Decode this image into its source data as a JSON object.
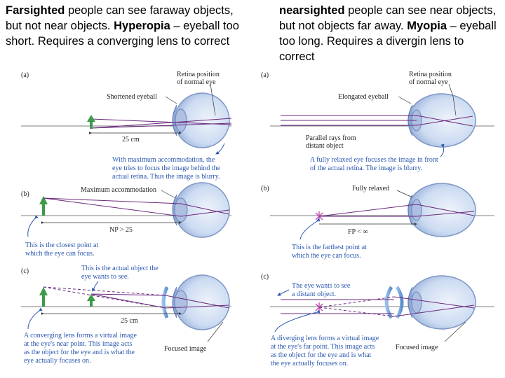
{
  "left_header": {
    "term1": "Farsighted",
    "text1": " people can see faraway objects, but not near objects. ",
    "term2": "Hyperopia",
    "text2": " – eyeball too short. Requires a converging lens to correct"
  },
  "right_header": {
    "term1": "nearsighted",
    "text1": " people can see near objects, but not objects far away. ",
    "term2": "Myopia",
    "text2": " – eyeball too long. Requires a divergin lens to correct"
  },
  "left_diagram": {
    "panel_a": {
      "label": "(a)",
      "retina_label": [
        "Retina position",
        "of normal eye"
      ],
      "eyeball_label": "Shortened eyeball",
      "distance": "25 cm",
      "note": [
        "With maximum accommodation, the",
        "eye tries to focus the image behind the",
        "actual retina. Thus the image is blurry."
      ]
    },
    "panel_b": {
      "label": "(b)",
      "accommodation_label": "Maximum accommodation",
      "distance": "NP > 25",
      "note": [
        "This is the closest point at",
        "which the eye can focus."
      ]
    },
    "panel_c": {
      "label": "(c)",
      "object_note": [
        "This is the actual object the",
        "eye wants to see."
      ],
      "distance": "25 cm",
      "note": [
        "A converging lens forms a virtual image",
        "at the eye's near point. This image acts",
        "as the object for the eye and is what the",
        "eye actually focuses on."
      ],
      "focused_label": "Focused image"
    }
  },
  "right_diagram": {
    "panel_a": {
      "label": "(a)",
      "retina_label": [
        "Retina position",
        "of normal eye"
      ],
      "eyeball_label": "Elongated eyeball",
      "rays_label": [
        "Parallel rays from",
        "distant object"
      ],
      "note": [
        "A fully relaxed eye focuses the image in front",
        "of the actual retina. The image is blurry."
      ]
    },
    "panel_b": {
      "label": "(b)",
      "relaxed_label": "Fully relaxed",
      "distance": "FP < ∞",
      "note": [
        "This is the farthest point at",
        "which the eye can focus."
      ]
    },
    "panel_c": {
      "label": "(c)",
      "object_note": [
        "The eye wants to see",
        "a distant object."
      ],
      "note": [
        "A diverging lens forms a virtual image",
        "at the eye's far point. This image acts",
        "as the object for the eye and is what",
        "the eye actually focuses on."
      ],
      "focused_label": "Focused image"
    }
  }
}
